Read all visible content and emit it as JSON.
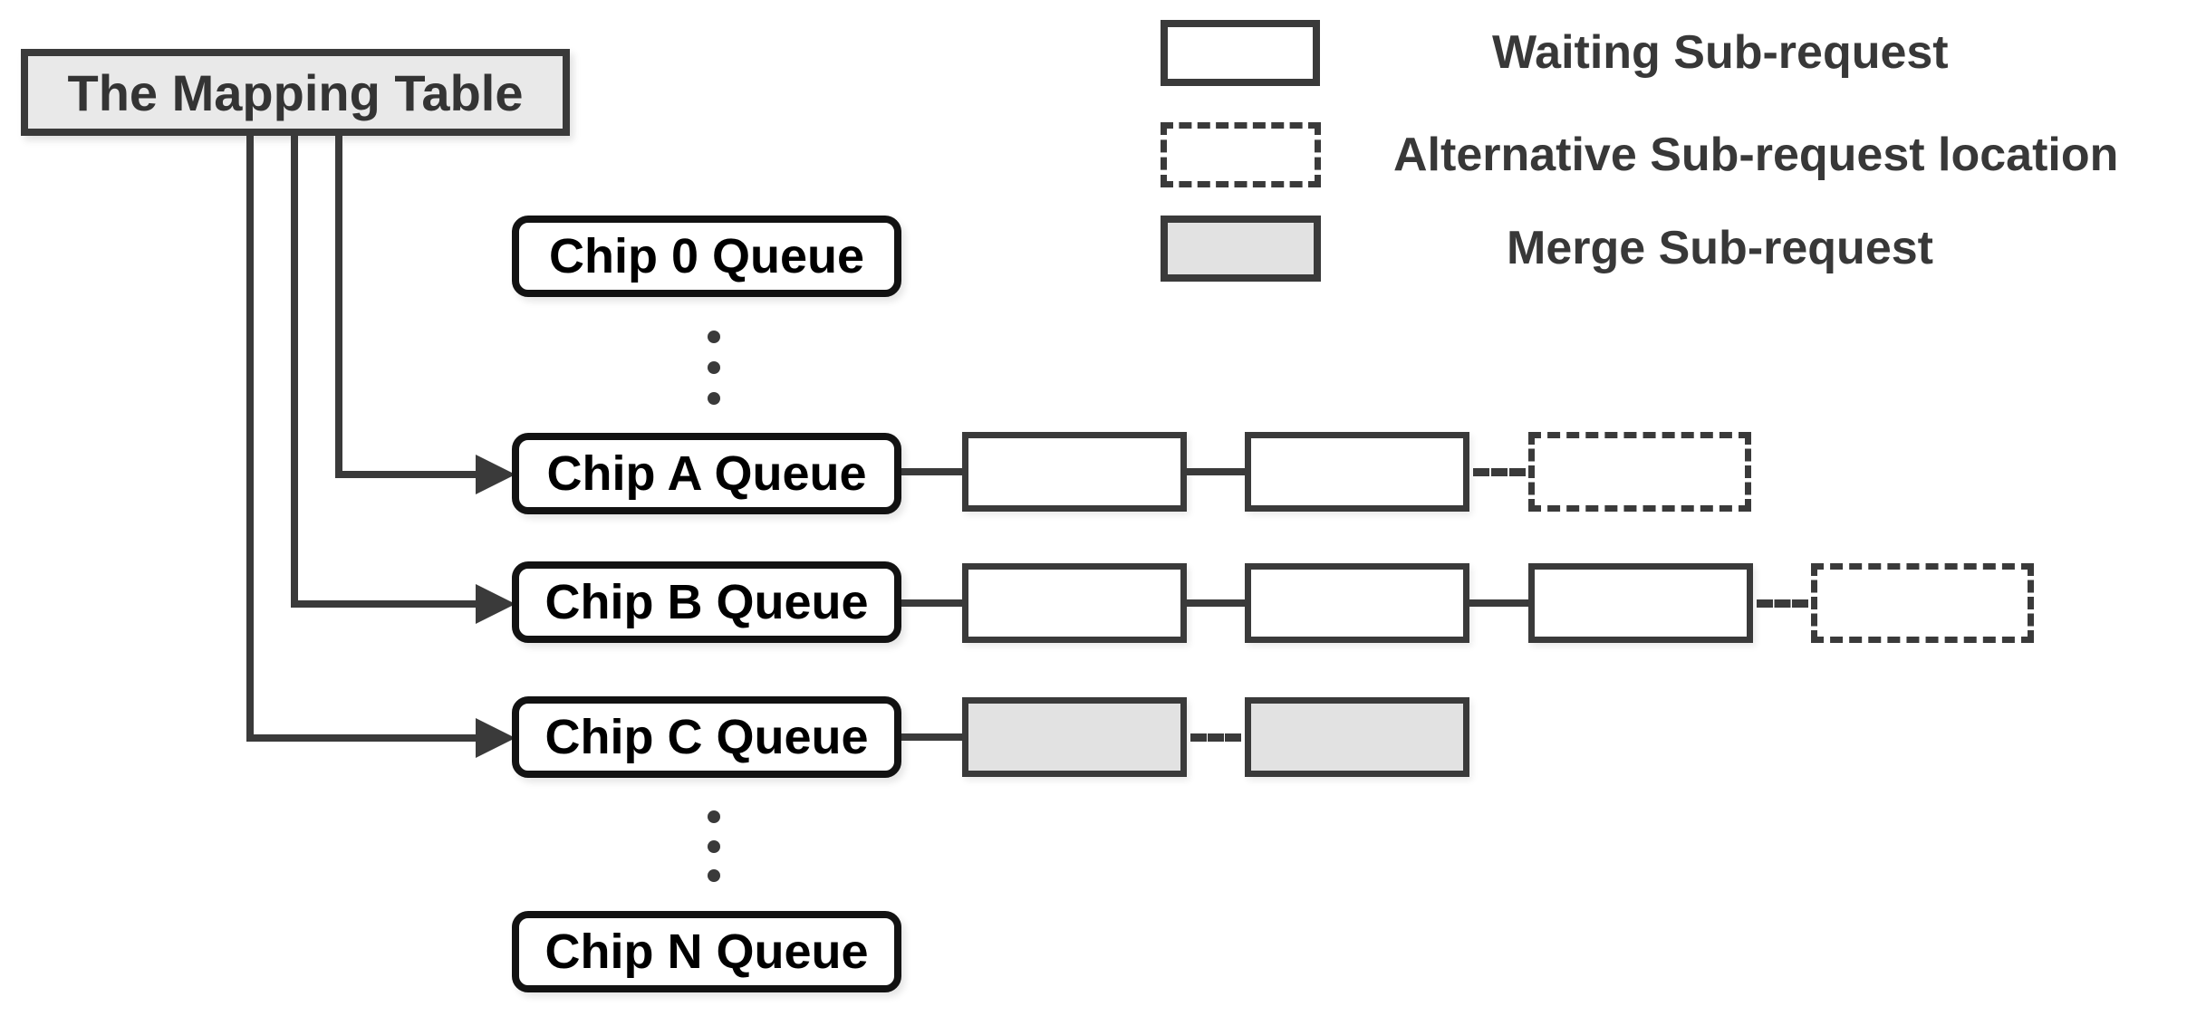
{
  "diagram": {
    "mapping_table_label": "The Mapping Table",
    "queues": [
      {
        "label": "Chip 0 Queue",
        "items": []
      },
      {
        "label": "Chip A Queue",
        "items": [
          "waiting",
          "waiting",
          "alternative"
        ]
      },
      {
        "label": "Chip B Queue",
        "items": [
          "waiting",
          "waiting",
          "waiting",
          "alternative"
        ]
      },
      {
        "label": "Chip C Queue",
        "items": [
          "merge",
          "merge"
        ]
      },
      {
        "label": "Chip N Queue",
        "items": []
      }
    ],
    "arrows_from_mapping_table_to": [
      "Chip A Queue",
      "Chip B Queue",
      "Chip C Queue"
    ]
  },
  "legend": {
    "items": [
      {
        "type": "waiting",
        "label": "Waiting Sub-request"
      },
      {
        "type": "alternative",
        "label": "Alternative Sub-request location"
      },
      {
        "type": "merge",
        "label": "Merge Sub-request"
      }
    ]
  },
  "colors": {
    "line": "#3a3a3a",
    "queue_border": "#121212",
    "mapping_table_fill": "#e9e9e9",
    "merge_fill": "#e2e2e2",
    "background": "#ffffff"
  }
}
